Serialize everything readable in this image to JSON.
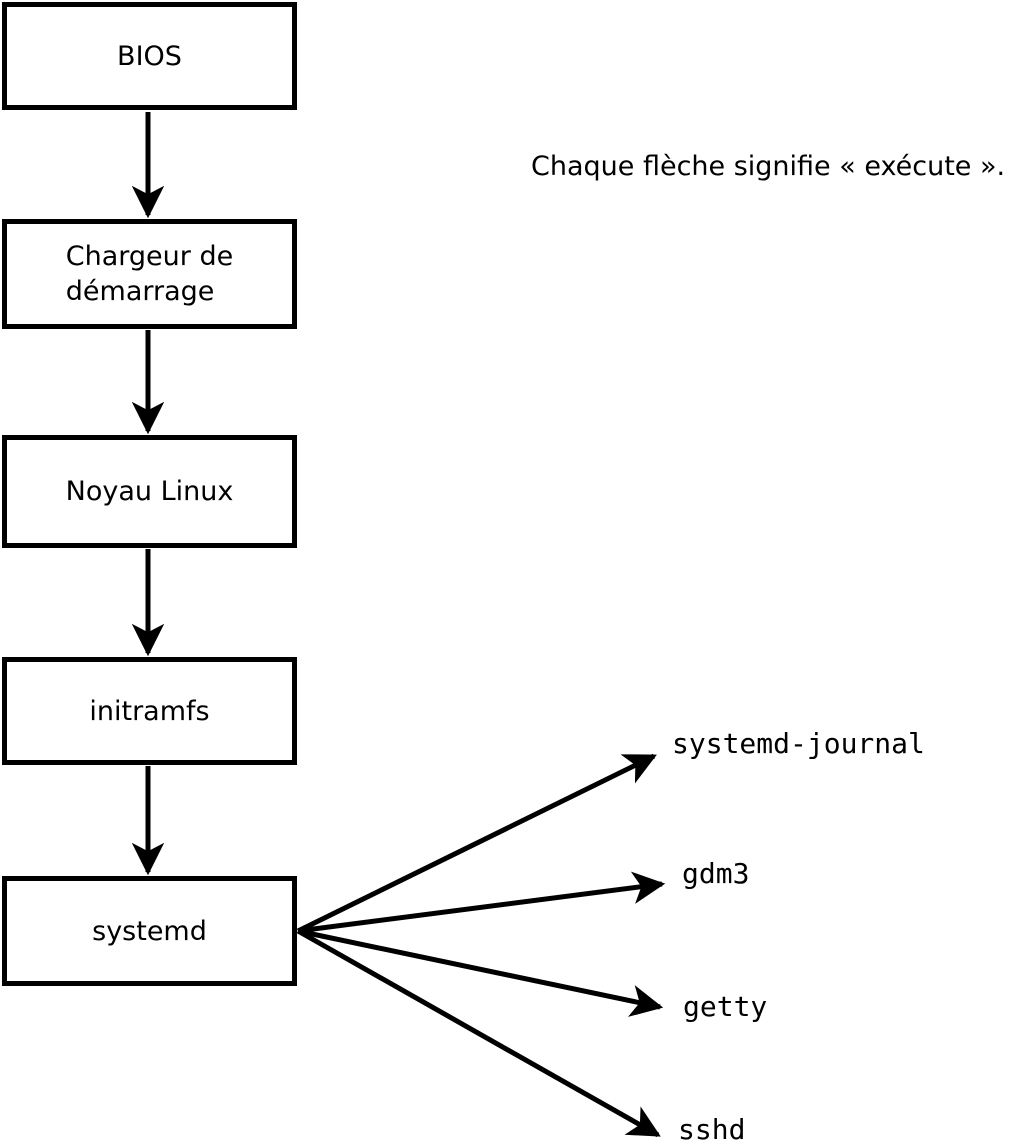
{
  "diagram": {
    "title_note": "Chaque flèche signifie « exécute ».",
    "colors": {
      "background": "#ffffff",
      "line": "#000000",
      "text": "#000000"
    },
    "boot_chain": [
      {
        "id": "bios",
        "label": "BIOS"
      },
      {
        "id": "bootloader",
        "label": "Chargeur de\ndémarrage"
      },
      {
        "id": "kernel",
        "label": "Noyau Linux"
      },
      {
        "id": "initramfs",
        "label": "initramfs"
      },
      {
        "id": "systemd",
        "label": "systemd"
      }
    ],
    "spawned_processes": [
      {
        "id": "systemd-journal",
        "label": "systemd-journal"
      },
      {
        "id": "gdm3",
        "label": "gdm3"
      },
      {
        "id": "getty",
        "label": "getty"
      },
      {
        "id": "sshd",
        "label": "sshd"
      }
    ],
    "edges": [
      {
        "from": "BIOS",
        "to": "Chargeur de démarrage"
      },
      {
        "from": "Chargeur de démarrage",
        "to": "Noyau Linux"
      },
      {
        "from": "Noyau Linux",
        "to": "initramfs"
      },
      {
        "from": "initramfs",
        "to": "systemd"
      },
      {
        "from": "systemd",
        "to": "systemd-journal"
      },
      {
        "from": "systemd",
        "to": "gdm3"
      },
      {
        "from": "systemd",
        "to": "getty"
      },
      {
        "from": "systemd",
        "to": "sshd"
      }
    ]
  }
}
